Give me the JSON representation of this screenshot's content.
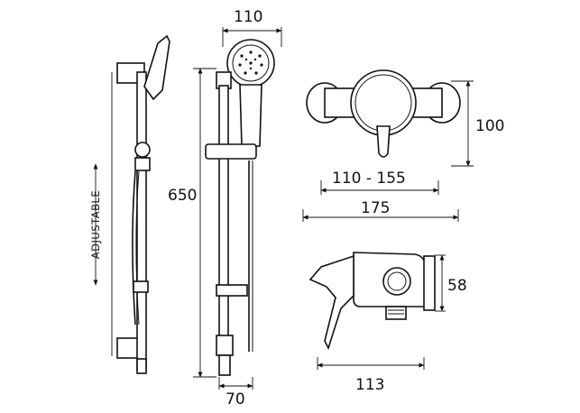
{
  "dimensions": {
    "handset_width": "110",
    "rail_height": "650",
    "rail_depth": "70",
    "valve_height": "100",
    "centres_range": "110 - 155",
    "valve_width": "175",
    "side_height": "58",
    "side_depth": "113"
  },
  "labels": {
    "adjustable": "ADJUSTABLE"
  }
}
